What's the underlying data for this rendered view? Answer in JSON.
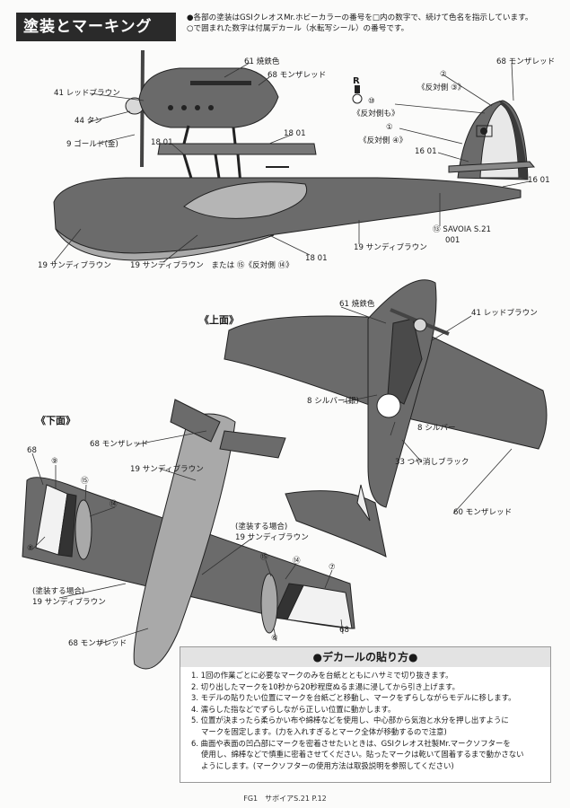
{
  "section_title": "塗装とマーキング",
  "intro": {
    "line1": "●各部の塗装はGSIクレオスMr.ホビーカラーの番号を□内の数字で、続けて色名を指示しています。",
    "line2": "○で囲まれた数字は付属デカール（水転写シール）の番号です。"
  },
  "side_view": {
    "labels": {
      "l61": "61 焼鉄色",
      "l68a": "68 モンザレッド",
      "l41": "41 レッドブラウン",
      "l44": "44 タン",
      "l9": "9 ゴールド(金)",
      "l18a": "18 01",
      "l18b": "18 01",
      "l2": "②",
      "l2b": "《反対側 ③》",
      "l10": "⑩",
      "l10b": "《反対側も》",
      "l1": "①",
      "l1b": "《反対側 ④》",
      "l68b": "68 モンザレッド",
      "l16a": "16 01",
      "l16b": "16 01",
      "l19a": "19 サンディブラウン",
      "l19b": "19 サンディブラウン　または ⑮《反対側 ⑭》",
      "l18c": "18 01",
      "l19c": "19 サンディブラウン",
      "l13": "⑬ SAVOIA S.21",
      "l13b": "001",
      "rmark": "R"
    }
  },
  "top_view": {
    "caption": "《上面》",
    "labels": {
      "l61": "61 焼鉄色",
      "l41": "41 レッドブラウン",
      "l8a": "8 シルバー(銀)",
      "l8b": "8 シルバー",
      "l33": "33 つや消しブラック",
      "l60": "60 モンザレッド"
    }
  },
  "bottom_view": {
    "caption": "《下面》",
    "labels": {
      "l68a": "68 モンザレッド",
      "l19a": "19 サンディブラウン",
      "l68b": "68",
      "l9": "⑨",
      "l15a": "⑮",
      "l14a": "⑭",
      "l8": "⑧",
      "l19b_note": "(塗装する場合)",
      "l19b": "19 サンディブラウン",
      "l15b": "⑮",
      "l14b": "⑭",
      "l7": "⑦",
      "l19c_note": "(塗装する場合)",
      "l19c": "19 サンディブラウン",
      "l68c": "68 モンザレッド",
      "l6": "⑥",
      "l68d": "68"
    }
  },
  "decal_howto": {
    "title": "●デカールの貼り方●",
    "steps": [
      "1. 1回の作業ごとに必要なマークのみを台紙とともにハサミで切り抜きます。",
      "2. 切り出したマークを10秒から20秒程度ぬるま湯に浸してから引き上げます。",
      "3. モデルの貼りたい位置にマークを台紙ごと移動し、マークをずらしながらモデルに移します。",
      "4. 濡らした指などでずらしながら正しい位置に動かします。",
      "5. 位置が決まったら柔らかい布や綿棒などを使用し、中心部から気泡と水分を押し出すように",
      "　 マークを固定します。(力を入れすぎるとマーク全体が移動するので注意)",
      "6. 曲面や表面の凹凸部にマークを密着させたいときは、GSIクレオス社製Mr.マークソフターを",
      "　 使用し、綿棒などで慎重に密着させてください。貼ったマークは乾いて固着するまで動かさない",
      "　 ようにします。(マークソフターの使用方法は取扱説明を参照してください)"
    ]
  },
  "footer": "FG1　サボイアS.21 P.12",
  "colors": {
    "ink": "#1a1a1a",
    "body_dark": "#6b6b6b",
    "body_light": "#a9a9a9",
    "panel_gray": "#e3e3e3"
  }
}
